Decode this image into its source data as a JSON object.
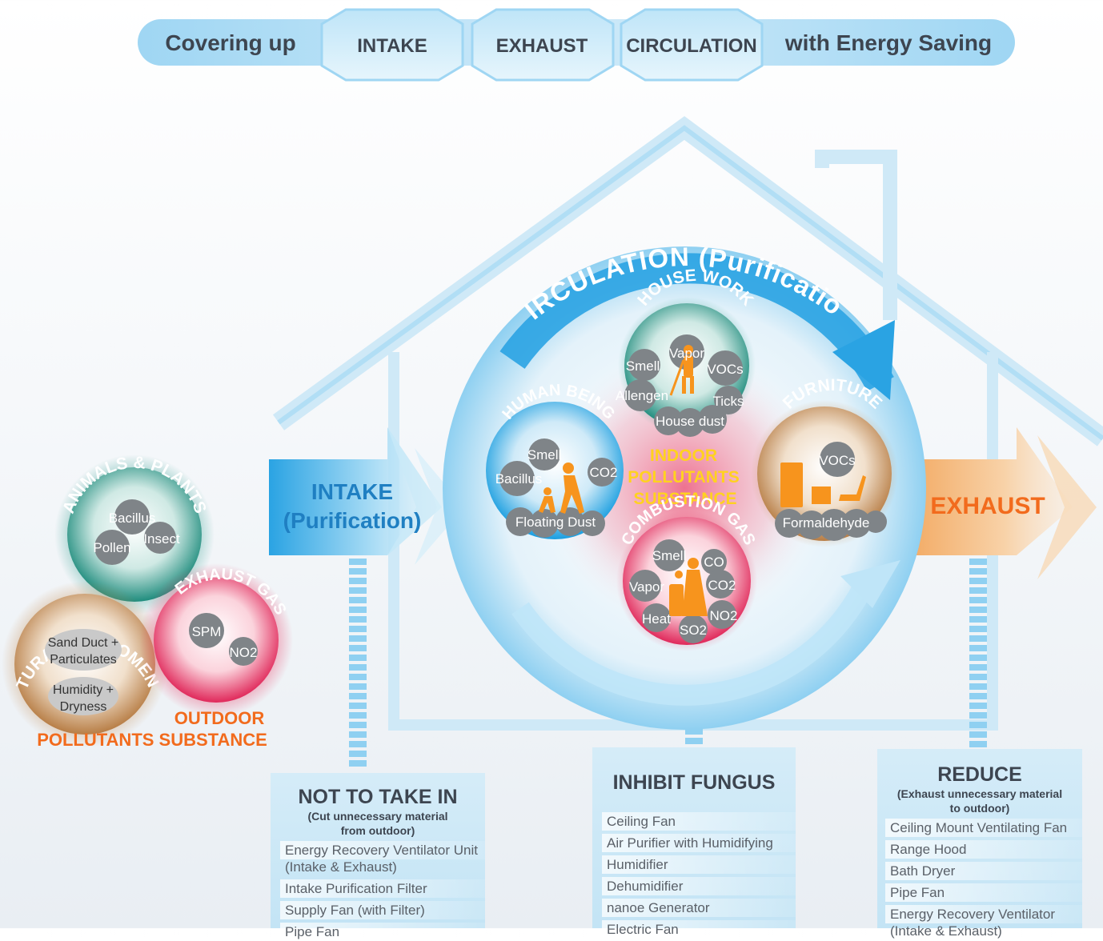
{
  "header": {
    "prefix": "Covering up",
    "intake": "INTAKE",
    "exhaust": "EXHAUST",
    "circulation": "CIRCULATION",
    "suffix": "with Energy Saving"
  },
  "diagram": {
    "circulation_label": "CIRCULATION (Purification)",
    "intake_label_1": "INTAKE",
    "intake_label_2": "(Purification)",
    "exhaust_label": "EXHAUST",
    "indoor_label": [
      "INDOOR",
      "POLLUTANTS",
      "SUBSTANCE"
    ],
    "outdoor_label": [
      "OUTDOOR",
      "POLLUTANTS SUBSTANCE"
    ]
  },
  "bubbles": {
    "animals_plants": {
      "title": "ANIMALS & PLANTS",
      "items": [
        "Bacillus",
        "Insect",
        "Pollen"
      ]
    },
    "natural_phenomenon": {
      "title": "NATURAL PHENOMENON",
      "items": [
        "Sand Duct +",
        "Particulates",
        "Humidity +",
        "Dryness"
      ]
    },
    "exhaust_gas": {
      "title": "EXHAUST GAS",
      "items": [
        "SPM",
        "NO2"
      ]
    },
    "house_work": {
      "title": "HOUSE WORK",
      "items": [
        "Vapor",
        "Smell",
        "VOCs",
        "Allengen",
        "Ticks",
        "House dust"
      ]
    },
    "human_being": {
      "title": "HUMAN BEING",
      "items": [
        "Smell",
        "Bacillus",
        "CO2",
        "Floating Dust"
      ]
    },
    "furniture": {
      "title": "FURNITURE",
      "items": [
        "VOCs",
        "Formaldehyde"
      ]
    },
    "combustion_gas": {
      "title": "COMBUSTION GAS",
      "items": [
        "Smell",
        "CO",
        "Vapor",
        "CO2",
        "Heat",
        "NO2",
        "SO2"
      ]
    }
  },
  "panels": {
    "not_take_in": {
      "title": "NOT TO TAKE IN",
      "sub_1": "(Cut unnecessary material",
      "sub_2": "from outdoor)",
      "items": [
        "Energy Recovery Ventilator Unit",
        "(Intake & Exhaust)",
        "Intake Purification Filter",
        "Supply Fan (with Filter)",
        "Pipe Fan"
      ]
    },
    "inhibit_fungus": {
      "title": "INHIBIT FUNGUS",
      "items": [
        "Ceiling Fan",
        "Air Purifier with Humidifying",
        "Humidifier",
        "Dehumidifier",
        "nanoe Generator",
        "Electric Fan"
      ]
    },
    "reduce": {
      "title": "REDUCE",
      "sub_1": "(Exhaust unnecessary material",
      "sub_2": "to outdoor)",
      "items": [
        "Ceiling Mount Ventilating Fan",
        "Range Hood",
        "Bath Dryer",
        "Pipe Fan",
        "Energy Recovery Ventilator",
        "(Intake & Exhaust)"
      ]
    }
  },
  "colors": {
    "blue": "#2aa3e3",
    "orange": "#f26b1d",
    "yellow": "#ffd21f",
    "teal": "#2f9e8f",
    "pink": "#e8426a",
    "tan": "#c48a4f"
  }
}
